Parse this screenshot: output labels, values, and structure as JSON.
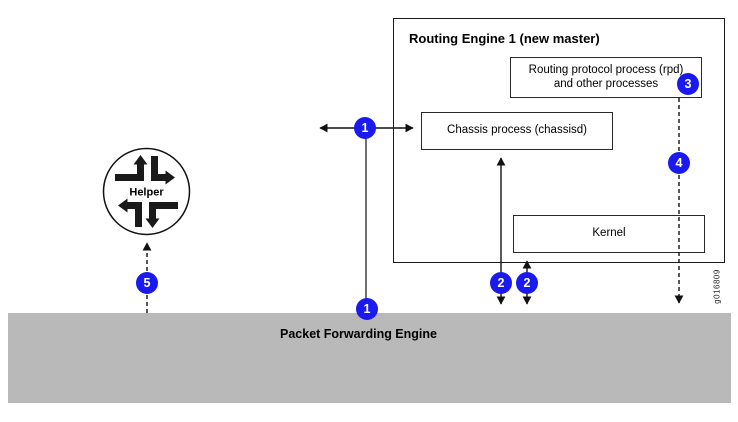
{
  "colors": {
    "marker": "#1a1af0",
    "pfe_band": "#b9b9b9"
  },
  "routing_engine": {
    "title": "Routing Engine 1 (new master)",
    "rpd_box": {
      "line1": "Routing protocol process (rpd)",
      "line2": "and other processes"
    },
    "chassis_box": {
      "label": "Chassis process (chassisd)"
    },
    "kernel_box": {
      "label": "Kernel"
    }
  },
  "pfe": {
    "label": "Packet Forwarding Engine"
  },
  "helper": {
    "label": "Helper"
  },
  "markers": [
    {
      "value": "1",
      "name": "chassisd-link-step"
    },
    {
      "value": "1",
      "name": "pfe-link-step"
    },
    {
      "value": "2",
      "name": "chassisd-pfe-step"
    },
    {
      "value": "2",
      "name": "kernel-pfe-step"
    },
    {
      "value": "3",
      "name": "rpd-step"
    },
    {
      "value": "4",
      "name": "rpd-pfe-step"
    },
    {
      "value": "5",
      "name": "helper-step"
    }
  ],
  "watermark": "g016809"
}
